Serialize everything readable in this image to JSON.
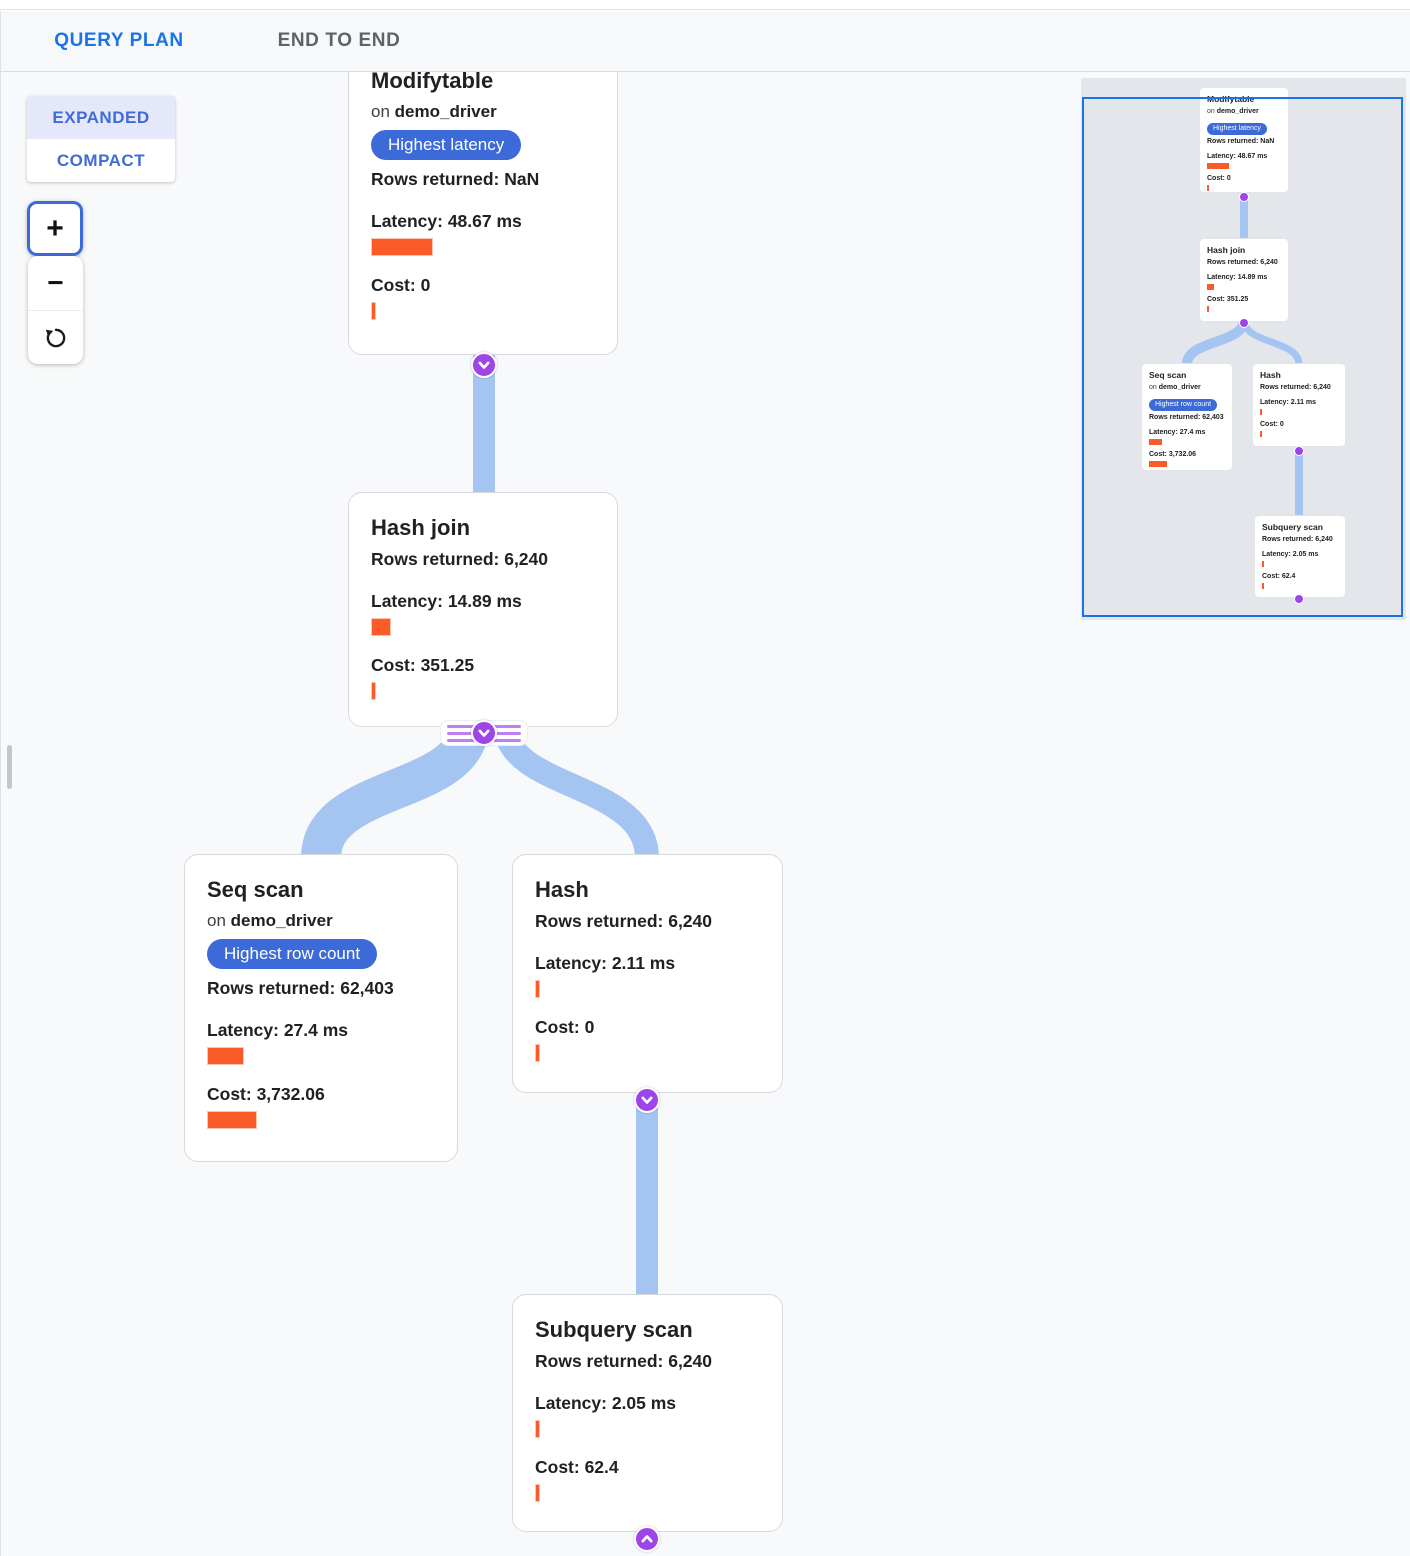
{
  "tabs": [
    {
      "label": "QUERY PLAN",
      "active": true
    },
    {
      "label": "END TO END",
      "active": false
    }
  ],
  "view_toggle": {
    "expanded_label": "EXPANDED",
    "compact_label": "COMPACT",
    "selected": "EXPANDED"
  },
  "zoom_controls": {
    "zoom_in_label": "+",
    "zoom_out_label": "−"
  },
  "colors": {
    "tab_active_blue": "#1a73e8",
    "badge_blue": "#3c6bd9",
    "bar_orange": "#fb5a29",
    "link_blue": "#a4c4f2",
    "connector_purple": "#9d45e9",
    "minimap_viewport_border": "#1a73e8",
    "canvas_background": "#f8f9fa"
  },
  "nodes": [
    {
      "key": "modifytable",
      "title": "Modifytable",
      "on": "on",
      "table": "demo_driver",
      "badge": "Highest latency",
      "rows": "Rows returned: NaN",
      "latency": "Latency: 48.67 ms",
      "cost": "Cost: 0",
      "latency_bar": 62,
      "cost_bar": 5
    },
    {
      "key": "hash_join",
      "title": "Hash join",
      "rows": "Rows returned: 6,240",
      "latency": "Latency: 14.89 ms",
      "cost": "Cost: 351.25",
      "latency_bar": 20,
      "cost_bar": 5
    },
    {
      "key": "seq_scan",
      "title": "Seq scan",
      "on": "on",
      "table": "demo_driver",
      "badge": "Highest row count",
      "rows": "Rows returned: 62,403",
      "latency": "Latency: 27.4 ms",
      "cost": "Cost: 3,732.06",
      "latency_bar": 37,
      "cost_bar": 50
    },
    {
      "key": "hash",
      "title": "Hash",
      "rows": "Rows returned: 6,240",
      "latency": "Latency: 2.11 ms",
      "cost": "Cost: 0",
      "latency_bar": 5,
      "cost_bar": 5
    },
    {
      "key": "subquery_scan",
      "title": "Subquery scan",
      "rows": "Rows returned: 6,240",
      "latency": "Latency: 2.05 ms",
      "cost": "Cost: 62.4",
      "latency_bar": 5,
      "cost_bar": 5
    }
  ]
}
